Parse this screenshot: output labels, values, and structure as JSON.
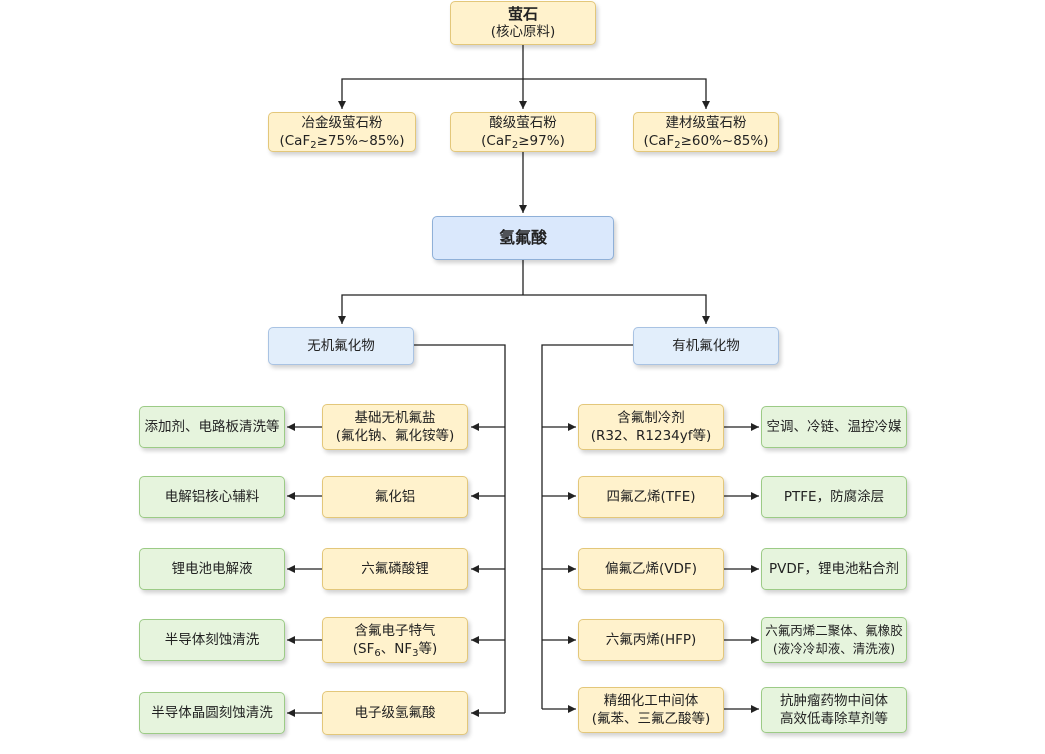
{
  "root": {
    "title": "萤石",
    "subtitle": "(核心原料)"
  },
  "grades": [
    {
      "name": "冶金级萤石粉",
      "spec_pre": "(CaF",
      "spec_sub": "2",
      "spec_post": "≥75%~85%)"
    },
    {
      "name": "酸级萤石粉",
      "spec_pre": "(CaF",
      "spec_sub": "2",
      "spec_post": "≥97%)"
    },
    {
      "name": "建材级萤石粉",
      "spec_pre": "(CaF",
      "spec_sub": "2",
      "spec_post": "≥60%~85%)"
    }
  ],
  "hf": "氢氟酸",
  "inorganic": {
    "title": "无机氟化物",
    "products": [
      {
        "line1": "基础无机氟盐",
        "line2": "(氟化钠、氟化铵等)"
      },
      {
        "line1": "氟化铝"
      },
      {
        "line1": "六氟磷酸锂"
      },
      {
        "line1": "含氟电子特气",
        "line2_a": "(SF",
        "line2_sub_a": "6",
        "line2_b": "、NF",
        "line2_sub_b": "3",
        "line2_c": "等)"
      },
      {
        "line1": "电子级氢氟酸"
      }
    ],
    "uses": [
      {
        "line1": "添加剂、电路板清洗等"
      },
      {
        "line1": "电解铝核心辅料"
      },
      {
        "line1": "锂电池电解液"
      },
      {
        "line1": "半导体刻蚀清洗"
      },
      {
        "line1": "半导体晶圆刻蚀清洗"
      }
    ]
  },
  "organic": {
    "title": "有机氟化物",
    "products": [
      {
        "line1": "含氟制冷剂",
        "line2": "(R32、R1234yf等)"
      },
      {
        "line1": "四氟乙烯(TFE)"
      },
      {
        "line1": "偏氟乙烯(VDF)"
      },
      {
        "line1": "六氟丙烯(HFP)"
      },
      {
        "line1": "精细化工中间体",
        "line2": "(氟苯、三氟乙酸等)"
      }
    ],
    "uses": [
      {
        "line1": "空调、冷链、温控冷媒"
      },
      {
        "line1": "PTFE，防腐涂层"
      },
      {
        "line1": "PVDF，锂电池粘合剂"
      },
      {
        "line1": "六氟丙烯二聚体、氟橡胶",
        "line2": "(液冷冷却液、清洗液)"
      },
      {
        "line1": "抗肿瘤药物中间体",
        "line2": "高效低毒除草剂等"
      }
    ]
  },
  "colors": {
    "yellow": "#fff2cc",
    "blue": "#dae8fc",
    "green": "#e6f4dd",
    "line": "#222222"
  }
}
